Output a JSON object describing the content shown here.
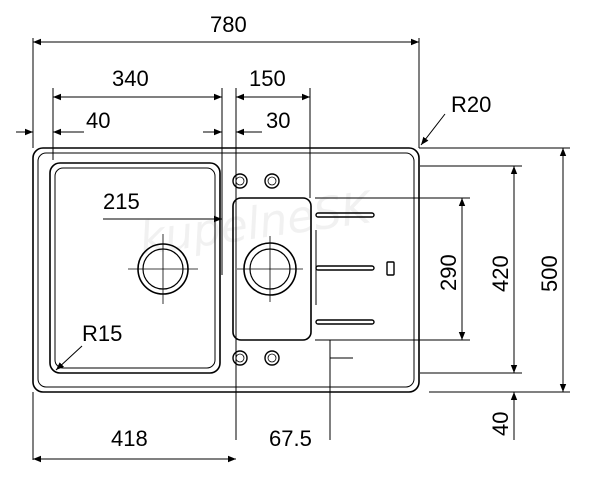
{
  "dimensions": {
    "overall_width": "780",
    "bowl_width": "340",
    "drainer_offset": "150",
    "left_margin": "40",
    "tap_gap": "30",
    "corner_radius_outer": "R20",
    "bowl_spacing": "215",
    "corner_radius_inner": "R15",
    "drainer_height": "290",
    "inner_height": "420",
    "overall_height": "500",
    "bottom_margin": "40",
    "drain_offset": "418",
    "small_offset": "67.5"
  },
  "watermark": "kupelneSK",
  "colors": {
    "line": "#000000",
    "dim_line": "#000000",
    "background": "#ffffff",
    "watermark": "#f1f1f1"
  }
}
